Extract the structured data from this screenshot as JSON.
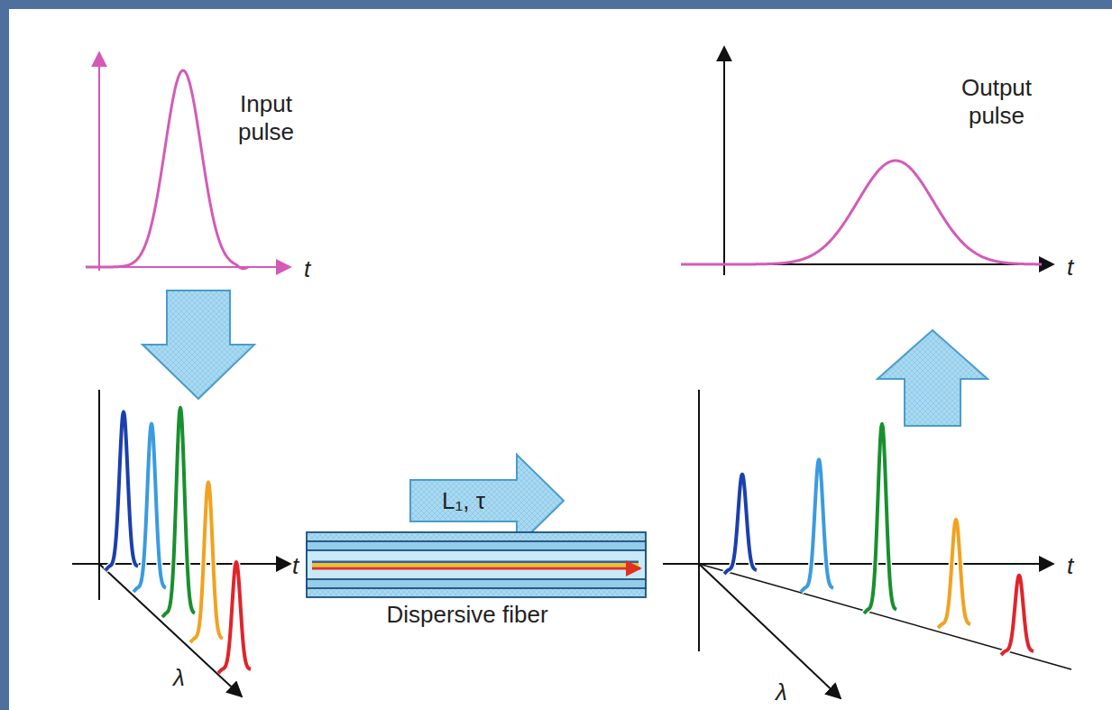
{
  "diagram": {
    "nodes": [
      {
        "text": [
          "L₁, τ"
        ]
      },
      {
        "text": [
          "Dispersive fiber"
        ]
      }
    ],
    "labels": [
      "Input pulse",
      "t",
      "Output pulse",
      "t",
      "t",
      "λ",
      "t",
      "λ"
    ]
  }
}
